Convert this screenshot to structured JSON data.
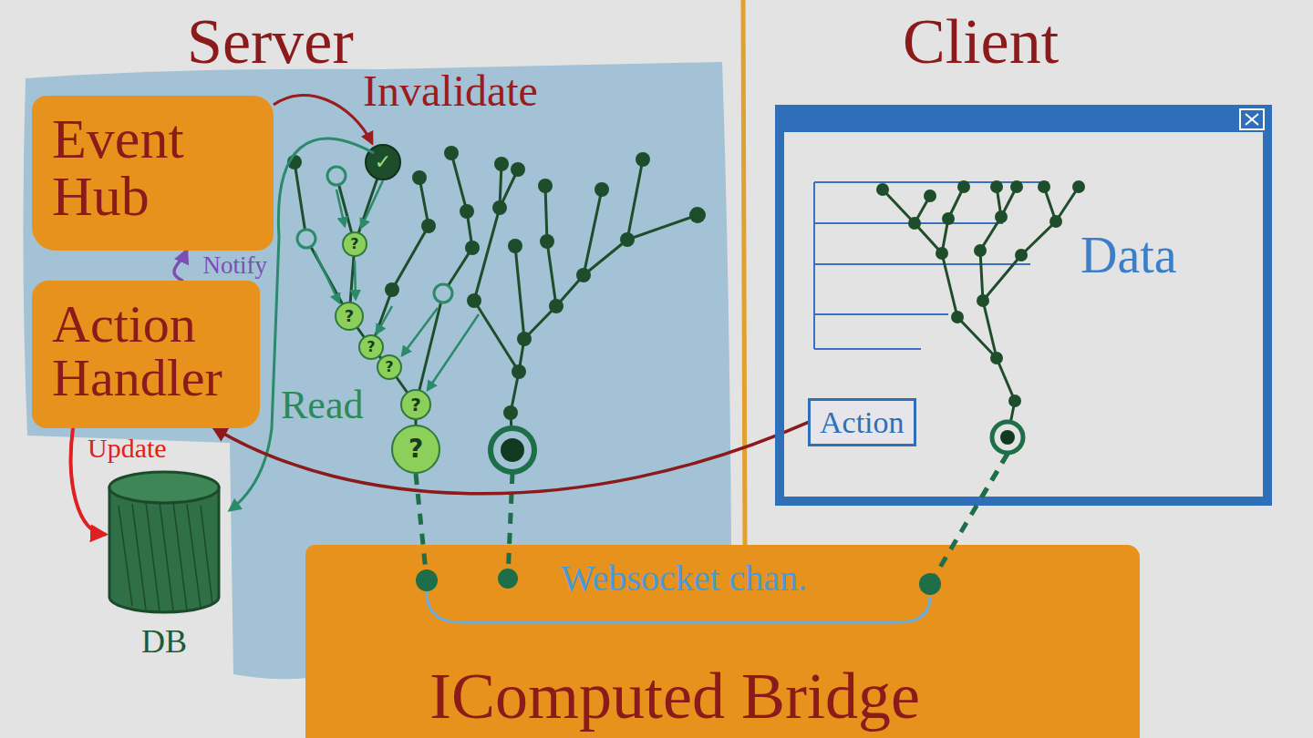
{
  "diagram": {
    "nodes": [
      {
        "text": [
          "Event Hub"
        ]
      },
      {
        "text": [
          "Action Handler"
        ]
      },
      {
        "text": [
          "DB"
        ]
      },
      {
        "text": [
          "Data"
        ]
      },
      {
        "text": [
          "Action"
        ],
        "in": 3
      },
      {
        "text": [
          "IComputed Bridge"
        ]
      }
    ],
    "edges": [
      {
        "from": 4,
        "to": 1,
        "arrow": "to"
      },
      {
        "from": 1,
        "to": 0,
        "arrow": "to",
        "label": "Notify"
      },
      {
        "from": 1,
        "to": 2,
        "arrow": "to",
        "label": "Update"
      }
    ],
    "labels": [
      "Server",
      "Invalidate",
      "✓",
      "?",
      "?",
      "?",
      "?",
      "?",
      "?",
      "Read",
      "Client",
      "Websocket chan."
    ]
  }
}
